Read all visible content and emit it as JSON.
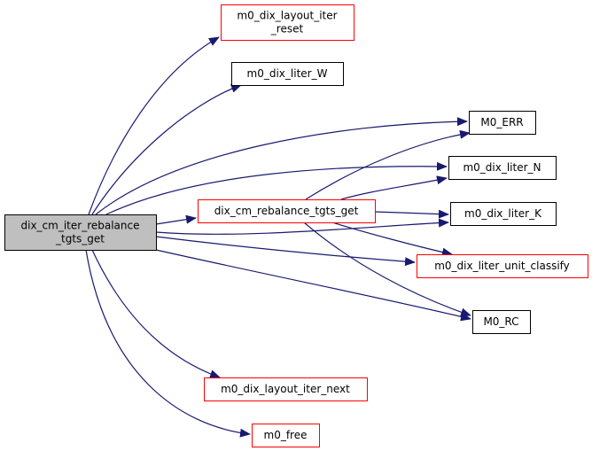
{
  "graph": {
    "type": "call-graph",
    "edge_color": "#191970",
    "root": {
      "id": "root",
      "lines": [
        "dix_cm_iter_rebalance",
        "_tgts_get"
      ],
      "fill": "#bfbfbf",
      "border": "#000000"
    },
    "nodes": [
      {
        "id": "reset",
        "lines": [
          "m0_dix_layout_iter",
          "_reset"
        ],
        "border": "#ff0000"
      },
      {
        "id": "W",
        "lines": [
          "m0_dix_liter_W"
        ],
        "border": "#000000"
      },
      {
        "id": "ERR",
        "lines": [
          "M0_ERR"
        ],
        "border": "#000000"
      },
      {
        "id": "N",
        "lines": [
          "m0_dix_liter_N"
        ],
        "border": "#000000"
      },
      {
        "id": "tgts",
        "lines": [
          "dix_cm_rebalance_tgts_get"
        ],
        "border": "#ff0000"
      },
      {
        "id": "K",
        "lines": [
          "m0_dix_liter_K"
        ],
        "border": "#000000"
      },
      {
        "id": "classify",
        "lines": [
          "m0_dix_liter_unit_classify"
        ],
        "border": "#ff0000"
      },
      {
        "id": "RC",
        "lines": [
          "M0_RC"
        ],
        "border": "#000000"
      },
      {
        "id": "next",
        "lines": [
          "m0_dix_layout_iter_next"
        ],
        "border": "#ff0000"
      },
      {
        "id": "free",
        "lines": [
          "m0_free"
        ],
        "border": "#ff0000"
      }
    ],
    "edges": [
      [
        "root",
        "reset"
      ],
      [
        "root",
        "W"
      ],
      [
        "root",
        "ERR"
      ],
      [
        "root",
        "N"
      ],
      [
        "root",
        "tgts"
      ],
      [
        "root",
        "K"
      ],
      [
        "root",
        "classify"
      ],
      [
        "root",
        "RC"
      ],
      [
        "root",
        "next"
      ],
      [
        "root",
        "free"
      ],
      [
        "tgts",
        "ERR"
      ],
      [
        "tgts",
        "N"
      ],
      [
        "tgts",
        "K"
      ],
      [
        "tgts",
        "classify"
      ],
      [
        "tgts",
        "RC"
      ]
    ]
  }
}
